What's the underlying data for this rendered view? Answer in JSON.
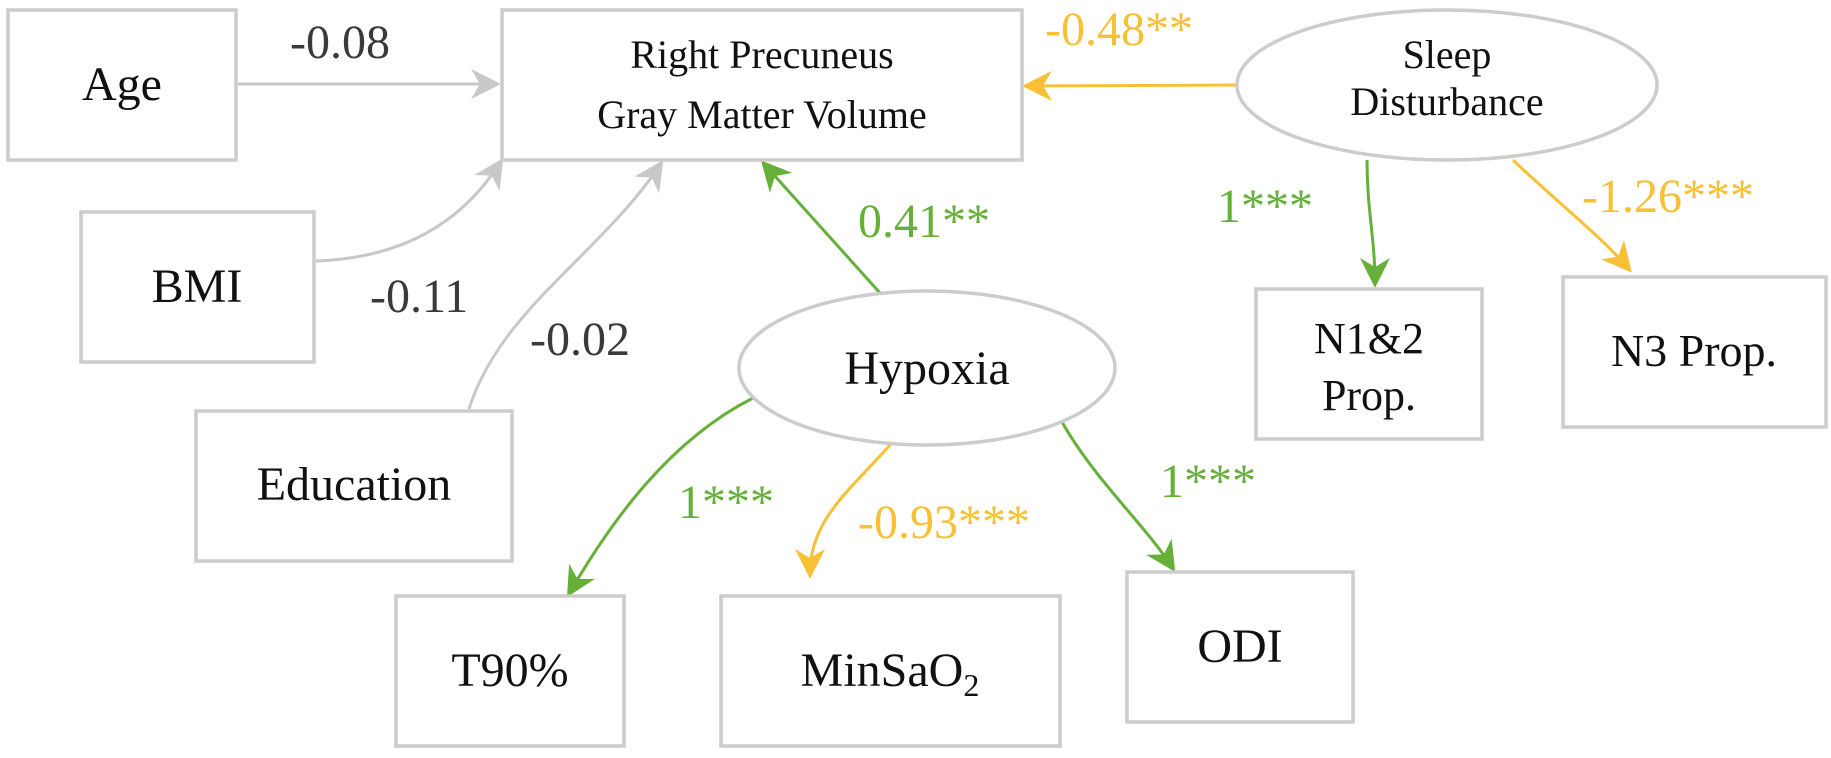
{
  "colors": {
    "gray": "#c8c8c8",
    "green": "#66b03a",
    "yellow": "#f7c035",
    "gray_text": "#3a3a3a"
  },
  "nodes": {
    "outcome": {
      "line1": "Right Precuneus",
      "line2": "Gray Matter Volume"
    },
    "age": "Age",
    "bmi": "BMI",
    "education": "Education",
    "hypoxia": "Hypoxia",
    "sleep": {
      "line1": "Sleep",
      "line2": "Disturbance"
    },
    "t90": "T90%",
    "minsao2": {
      "base": "MinSaO",
      "sub": "2"
    },
    "odi": "ODI",
    "n12": {
      "line1": "N1&2",
      "line2": "Prop."
    },
    "n3": "N3 Prop."
  },
  "paths": {
    "age_outcome": "-0.08",
    "bmi_outcome": "-0.11",
    "education_outcome": "-0.02",
    "hypoxia_outcome": "0.41**",
    "sleep_outcome": "-0.48**",
    "hypoxia_t90": "1***",
    "hypoxia_minsao2": "-0.93***",
    "hypoxia_odi": "1***",
    "sleep_n12": "1***",
    "sleep_n3": "-1.26***"
  }
}
